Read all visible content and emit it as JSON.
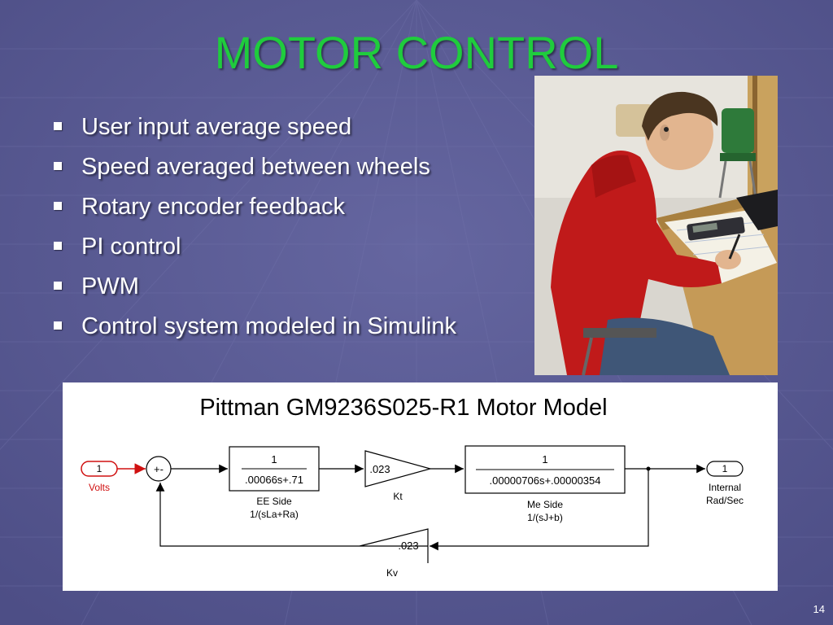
{
  "slide": {
    "title": "MOTOR CONTROL",
    "bullets": [
      "User input average speed",
      "Speed averaged between wheels",
      "Rotary encoder feedback",
      "PI control",
      "PWM",
      "Control system modeled in Simulink"
    ],
    "page_number": "14",
    "colors": {
      "background": "#5a5b94",
      "title": "#1fcc3d",
      "text": "#ffffff"
    }
  },
  "photo": {
    "subject": "student-writing-at-desk-photo"
  },
  "diagram": {
    "title": "Pittman GM9236S025-R1 Motor Model",
    "inport": {
      "number": "1",
      "label": "Volts"
    },
    "sum": {
      "signs": "+-"
    },
    "ee_block": {
      "numerator": "1",
      "denominator": ".00066s+.71",
      "name": "EE Side",
      "formula": "1/(sLa+Ra)"
    },
    "kt_gain": {
      "value": ".023",
      "name": "Kt"
    },
    "me_block": {
      "numerator": "1",
      "denominator": ".00000706s+.00000354",
      "name": "Me Side",
      "formula": "1/(sJ+b)"
    },
    "outport": {
      "number": "1",
      "label_line1": "Internal",
      "label_line2": "Rad/Sec"
    },
    "kv_gain": {
      "value": ".023",
      "name": "Kv"
    }
  }
}
